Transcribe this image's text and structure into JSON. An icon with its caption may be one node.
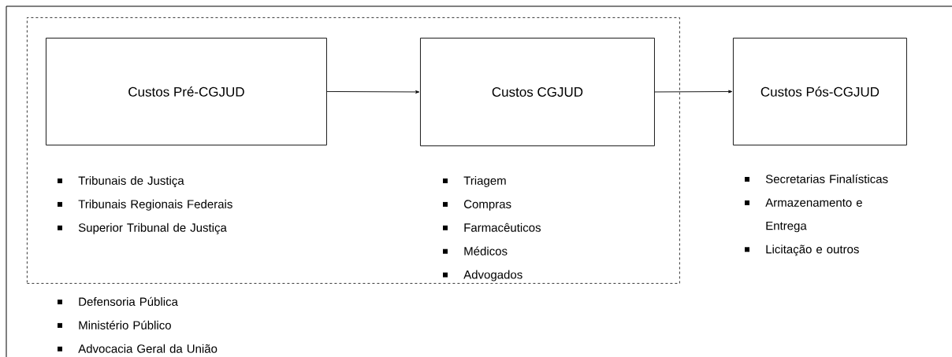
{
  "diagram": {
    "nodes": [
      {
        "text": [],
        "shape": "box",
        "beside": [
          "Defensoria Pública",
          "Ministério Público",
          "Advocacia Geral da União"
        ]
      },
      {
        "text": [
          "Custos Pré-CGJUD"
        ],
        "in": 0,
        "beside": [
          "Tribunais de Justiça",
          "Tribunais Regionais Federais",
          "Superior Tribunal de Justiça"
        ]
      },
      {
        "text": [
          "Custos CGJUD"
        ],
        "in": 0,
        "beside": [
          "Triagem",
          "Compras",
          "Farmacêuticos",
          "Médicos",
          "Advogados"
        ]
      },
      {
        "text": [
          "Custos Pós-CGJUD"
        ],
        "beside": [
          "Secretarias Finalísticas",
          "Armazenamento e Entrega",
          "Licitação e outros"
        ]
      }
    ],
    "edges": [
      {
        "from": 1,
        "to": 2,
        "arrow": "to"
      },
      {
        "from": 2,
        "to": 3,
        "arrow": "to"
      }
    ]
  }
}
